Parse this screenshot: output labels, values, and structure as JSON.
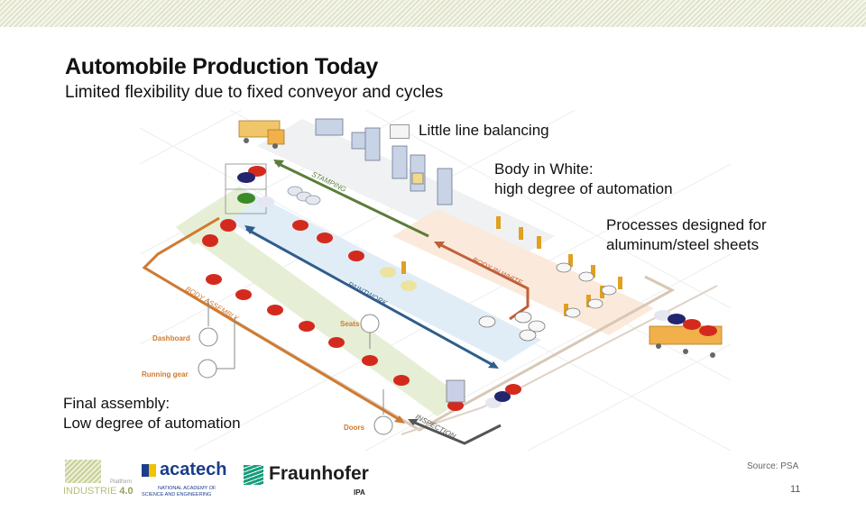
{
  "header": {
    "title": "Automobile Production Today",
    "subtitle": "Limited flexibility due to fixed conveyor and cycles"
  },
  "callouts": {
    "line_balancing": "Little line balancing",
    "body_in_white_1": "Body in White:",
    "body_in_white_2": "high degree of automation",
    "processes_1": "Processes designed for",
    "processes_2": "aluminum/steel sheets",
    "final_assembly_1": "Final assembly:",
    "final_assembly_2": "Low degree of automation"
  },
  "diagram": {
    "stages": {
      "stamping": "STAMPING",
      "body_in_white": "BODY IN WHITE",
      "paintwork": "PAINTWORK",
      "body_assembly": "BODY ASSEMBLY",
      "inspection": "INSPECTION"
    },
    "parts": {
      "dashboard": "Dashboard",
      "running_gear": "Running gear",
      "seats": "Seats",
      "doors": "Doors"
    },
    "colors": {
      "stamping": "#5a7d3a",
      "body_in_white": "#c0603a",
      "paintwork": "#2f5d8c",
      "body_assembly": "#d07a30",
      "inspection": "#555555",
      "car_red": "#d42a1e",
      "car_blue": "#23266e",
      "robot": "#e0a020"
    }
  },
  "footer": {
    "source": "Source: PSA",
    "page_number": "11",
    "logos": {
      "industrie_small": "Plattform",
      "industrie_main": "INDUSTRIE",
      "industrie_version": "4.0",
      "acatech": "acatech",
      "acatech_sub1": "NATIONAL ACADEMY OF",
      "acatech_sub2": "SCIENCE AND ENGINEERING",
      "fraunhofer": "Fraunhofer",
      "fraunhofer_sub": "IPA"
    }
  }
}
